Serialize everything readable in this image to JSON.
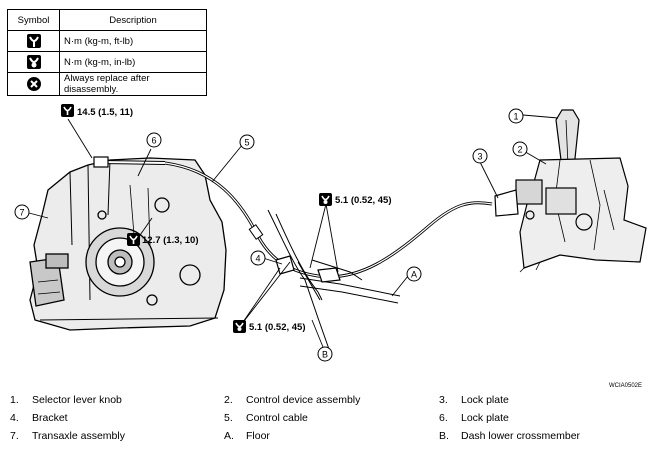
{
  "symbol_table": {
    "headers": [
      "Symbol",
      "Description"
    ],
    "rows": [
      {
        "icon": "torque-wrench-icon",
        "description": "N·m (kg-m, ft-lb)"
      },
      {
        "icon": "torque-wrench-inlb-icon",
        "description": "N·m (kg-m, in-lb)"
      },
      {
        "icon": "always-replace-icon",
        "description": "Always replace after disassembly."
      }
    ]
  },
  "torques": {
    "t1": "14.5 (1.5, 11)",
    "t2": "12.7 (1.3, 10)",
    "t3": "5.1 (0.52, 45)",
    "t4": "5.1 (0.52, 45)"
  },
  "callouts": [
    "1",
    "2",
    "3",
    "4",
    "5",
    "6",
    "7",
    "A",
    "B"
  ],
  "figure_code": "WCIA0502E",
  "legend": [
    {
      "num": "1.",
      "text": "Selector lever knob"
    },
    {
      "num": "2.",
      "text": "Control device assembly"
    },
    {
      "num": "3.",
      "text": "Lock plate"
    },
    {
      "num": "4.",
      "text": "Bracket"
    },
    {
      "num": "5.",
      "text": "Control cable"
    },
    {
      "num": "6.",
      "text": "Lock plate"
    },
    {
      "num": "7.",
      "text": "Transaxle assembly"
    },
    {
      "num": "A.",
      "text": "Floor"
    },
    {
      "num": "B.",
      "text": "Dash lower crossmember"
    }
  ]
}
